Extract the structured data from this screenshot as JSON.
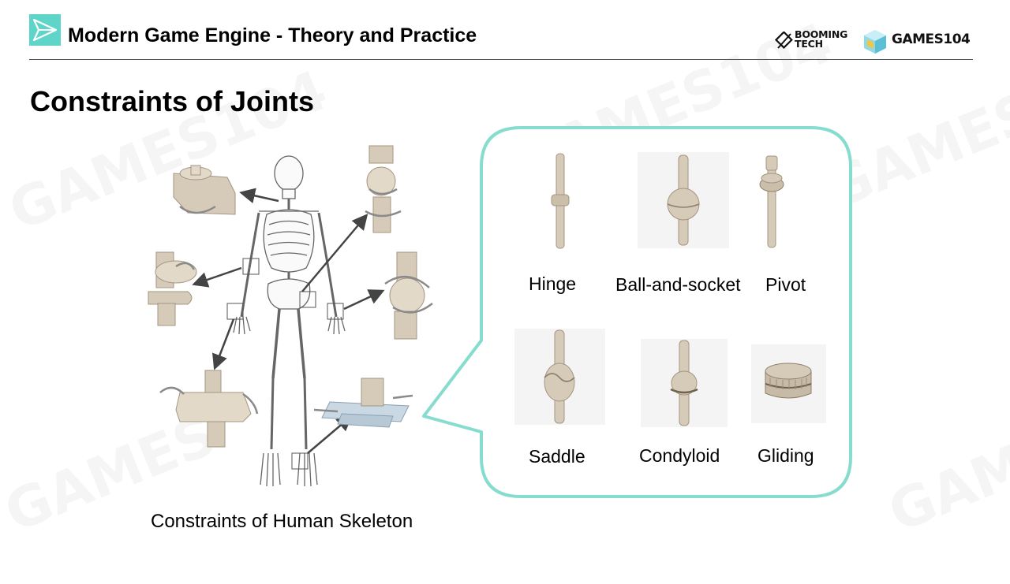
{
  "header": {
    "course_title": "Modern Game Engine - Theory and Practice",
    "booming_line1": "BOOMING",
    "booming_line2": "TECH",
    "games_logo": "GAMES104",
    "app_icon": "paper-plane-icon"
  },
  "slide": {
    "title": "Constraints of Joints",
    "skeleton_caption": "Constraints of Human Skeleton"
  },
  "joint_types": [
    {
      "label": "Hinge"
    },
    {
      "label": "Ball-and-socket"
    },
    {
      "label": "Pivot"
    },
    {
      "label": "Saddle"
    },
    {
      "label": "Condyloid"
    },
    {
      "label": "Gliding"
    }
  ],
  "colors": {
    "accent_teal": "#5fd4c8",
    "bubble_stroke": "#86dccf",
    "bone": "#d6cab8",
    "bone_shadow": "#a49581"
  }
}
